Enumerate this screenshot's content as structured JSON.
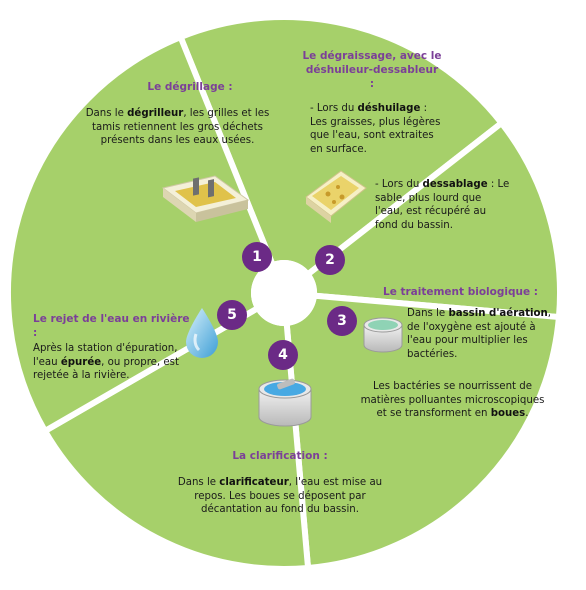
{
  "colors": {
    "segment": "#a6d06a",
    "segment_border": "#ffffff",
    "badge": "#6b2a86",
    "title": "#7b3f98"
  },
  "steps": [
    {
      "number": "1",
      "title": "Le dégrillage :",
      "text": [
        "Dans le ",
        {
          "b": "dégrilleur"
        },
        ", les grilles et les tamis retiennent les gros déchets présents dans les eaux usées."
      ]
    },
    {
      "number": "2",
      "title": "Le dégraissage, avec le déshuileur-dessableur :",
      "text_a": [
        "- Lors du ",
        {
          "b": "déshuilage"
        },
        " : Les graisses, plus légères que l'eau, sont extraites en surface."
      ],
      "text_b": [
        "- Lors du ",
        {
          "b": "dessablage"
        },
        " : Le sable, plus lourd que l'eau, est récupéré au fond du bassin."
      ]
    },
    {
      "number": "3",
      "title": "Le traitement biologique :",
      "text_a": [
        "Dans le ",
        {
          "b": "bassin d'aération"
        },
        ", de l'oxygène est ajouté à l'eau pour multiplier les bactéries."
      ],
      "text_b": [
        "Les bactéries se nourrissent de matières polluantes microscopiques et se transforment en ",
        {
          "b": "boues"
        },
        "."
      ]
    },
    {
      "number": "4",
      "title": "La clarification :",
      "text": [
        "Dans le ",
        {
          "b": "clarificateur"
        },
        ", l'eau est mise au repos. Les boues se déposent par décantation au fond du bassin."
      ]
    },
    {
      "number": "5",
      "title": "Le rejet de l'eau en rivière :",
      "text": [
        "Après la station d'épuration, l'eau ",
        {
          "b": "épurée"
        },
        ", ou propre, est rejetée à la rivière."
      ]
    }
  ],
  "icons": [
    "grid-filter-icon",
    "sand-trap-icon",
    "aeration-basin-icon",
    "clarifier-icon",
    "water-drop-icon"
  ]
}
